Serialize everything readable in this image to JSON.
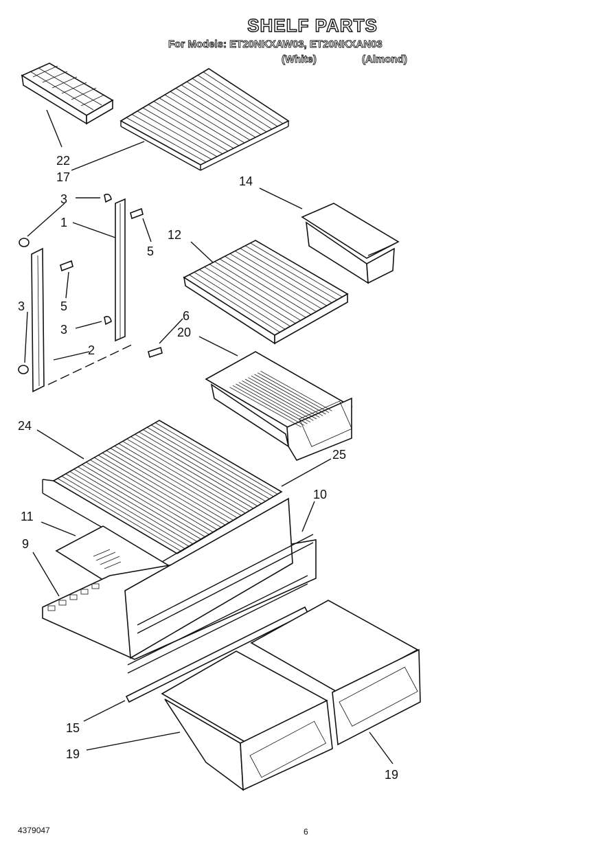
{
  "header": {
    "title": "SHELF PARTS",
    "models_line": "For Models: ET20NKXAW03, ET20NKXAN03",
    "variant_white": "(White)",
    "variant_almond": "(Almond)"
  },
  "callouts": {
    "c22": "22",
    "c17": "17",
    "c14": "14",
    "c3a": "3",
    "c1": "1",
    "c5a": "5",
    "c12": "12",
    "c5b": "5",
    "c3b": "3",
    "c3c": "3",
    "c6": "6",
    "c20": "20",
    "c2": "2",
    "c24": "24",
    "c25": "25",
    "c10": "10",
    "c11": "11",
    "c9": "9",
    "c15": "15",
    "c19a": "19",
    "c19b": "19"
  },
  "footer": {
    "doc_number": "4379047",
    "page_number": "6"
  }
}
